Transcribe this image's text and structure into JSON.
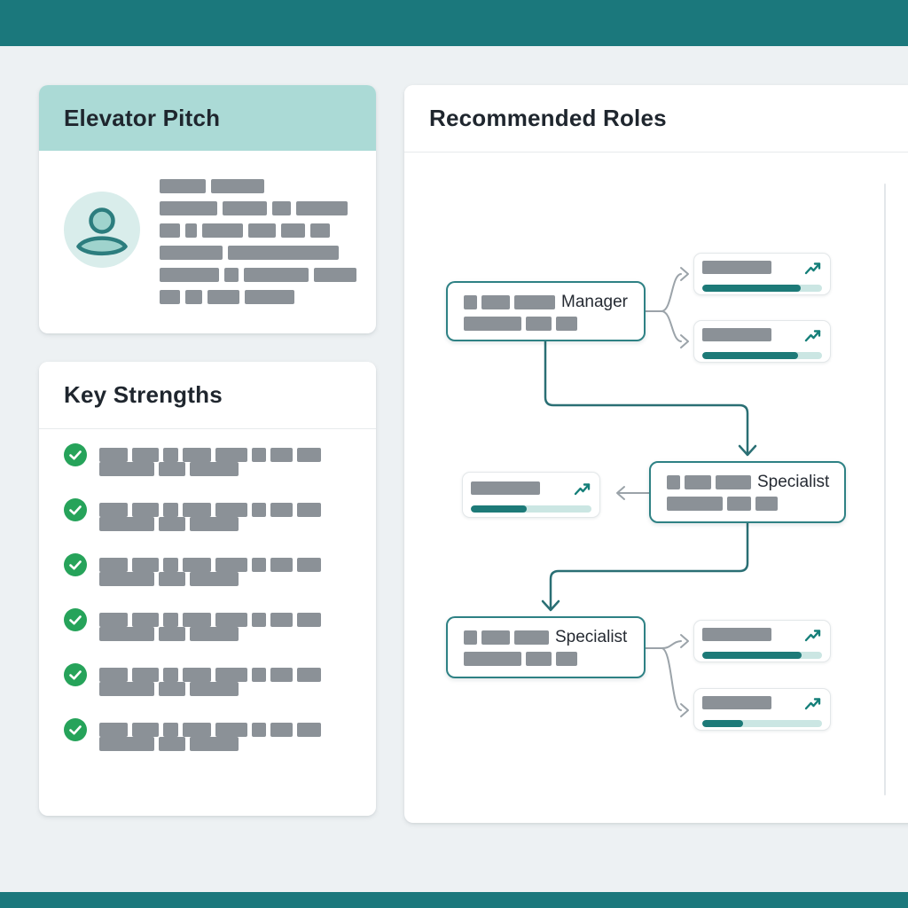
{
  "theme": {
    "accent_teal": "#1b787c",
    "header_teal_light": "#abdad6",
    "flow_line_teal": "#2a6f74",
    "node_border_teal": "#2e8184",
    "progress_fill": "#1d7a78",
    "progress_track": "#cbe6e3",
    "placeholder_gray": "#8b9197",
    "connector_gray": "#9ba3a9",
    "success_green": "#26a35a",
    "background": "#edf1f3"
  },
  "elevator_pitch": {
    "title": "Elevator Pitch",
    "text_rows": [
      [
        52,
        60
      ],
      [
        65,
        50,
        21,
        58
      ],
      [
        23,
        13,
        46,
        31,
        27,
        22
      ],
      [
        71,
        125
      ],
      [
        67,
        16,
        73,
        48
      ],
      [
        23,
        19,
        36,
        56
      ]
    ]
  },
  "key_strengths": {
    "title": "Key Strengths",
    "items": [
      {
        "line1": [
          32,
          30,
          17,
          32,
          36,
          16,
          25,
          27
        ],
        "line2": [
          62,
          30,
          55
        ]
      },
      {
        "line1": [
          32,
          30,
          17,
          32,
          36,
          16,
          25,
          27
        ],
        "line2": [
          62,
          30,
          55
        ]
      },
      {
        "line1": [
          32,
          30,
          17,
          32,
          36,
          16,
          25,
          27
        ],
        "line2": [
          62,
          30,
          55
        ]
      },
      {
        "line1": [
          32,
          30,
          17,
          32,
          36,
          16,
          25,
          27
        ],
        "line2": [
          62,
          30,
          55
        ]
      },
      {
        "line1": [
          32,
          30,
          17,
          32,
          36,
          16,
          25,
          27
        ],
        "line2": [
          62,
          30,
          55
        ]
      },
      {
        "line1": [
          32,
          30,
          17,
          32,
          36,
          16,
          25,
          27
        ],
        "line2": [
          62,
          30,
          55
        ]
      }
    ]
  },
  "recommended_roles": {
    "title": "Recommended Roles",
    "nodes": [
      {
        "label": "Manager",
        "line1": [
          15,
          32,
          46
        ],
        "line2": [
          65,
          29,
          24
        ]
      },
      {
        "label": "Specialist",
        "line1": [
          15,
          30,
          40
        ],
        "line2": [
          63,
          27,
          25
        ]
      },
      {
        "label": "Specialist",
        "line1": [
          15,
          32,
          39
        ],
        "line2": [
          65,
          29,
          24
        ]
      }
    ],
    "role_cards": [
      {
        "progress": 82
      },
      {
        "progress": 80
      },
      {
        "progress": 46
      },
      {
        "progress": 83
      },
      {
        "progress": 34
      }
    ]
  }
}
